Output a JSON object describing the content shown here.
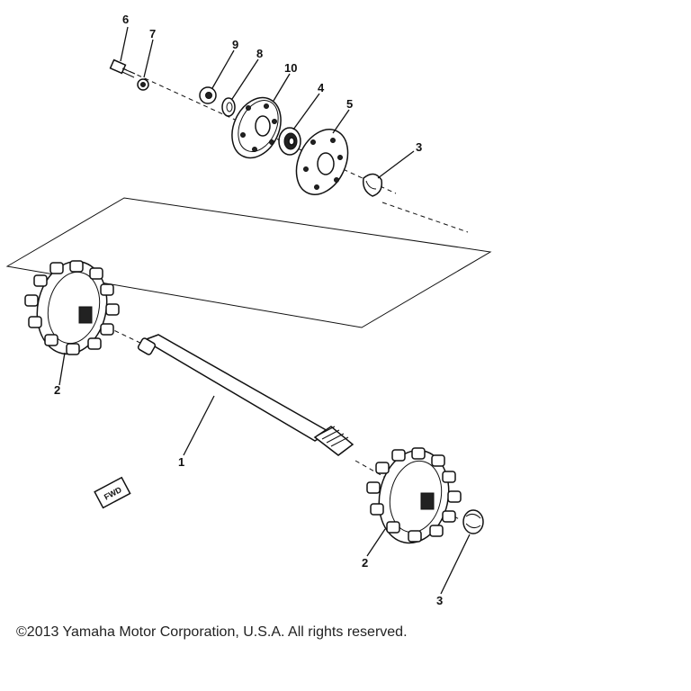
{
  "callouts": {
    "c1": "1",
    "c2_left": "2",
    "c2_right": "2",
    "c3_top": "3",
    "c3_bottom": "3",
    "c4": "4",
    "c5": "5",
    "c6": "6",
    "c7": "7",
    "c8": "8",
    "c9": "9",
    "c10": "10"
  },
  "fwd_badge": "FWD",
  "copyright": "©2013 Yamaha Motor Corporation, U.S.A. All rights reserved."
}
